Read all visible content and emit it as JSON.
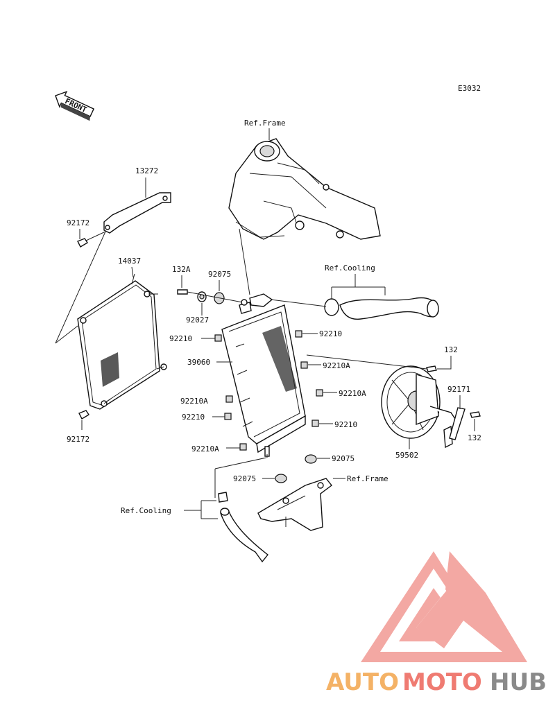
{
  "diagram_code": "E3032",
  "front_label": "FRONT",
  "refs": {
    "frame_top": "Ref.Frame",
    "cooling_top": "Ref.Cooling",
    "frame_bottom": "Ref.Frame",
    "cooling_bottom": "Ref.Cooling"
  },
  "parts": {
    "p13272": "13272",
    "p92172_top": "92172",
    "p14037": "14037",
    "p92172_bottom": "92172",
    "p132A": "132A",
    "p92075_top": "92075",
    "p92027": "92027",
    "p92210_left1": "92210",
    "p39060": "39060",
    "p92210A_left1": "92210A",
    "p92210_left2": "92210",
    "p92210A_left2": "92210A",
    "p92210_right1": "92210",
    "p92210A_right1": "92210A",
    "p92210A_right2": "92210A",
    "p92210_right2": "92210",
    "p92075_right": "92075",
    "p92075_bottom": "92075",
    "p132_top": "132",
    "p92171": "92171",
    "p132_bottom": "132",
    "p59502": "59502"
  },
  "watermark": {
    "part1": "AUTO",
    "part2": "MOTO",
    "part3": "HUB",
    "color_orange": "#f4b266",
    "color_red": "#ef7b72",
    "color_gray": "#8a8a8a"
  }
}
